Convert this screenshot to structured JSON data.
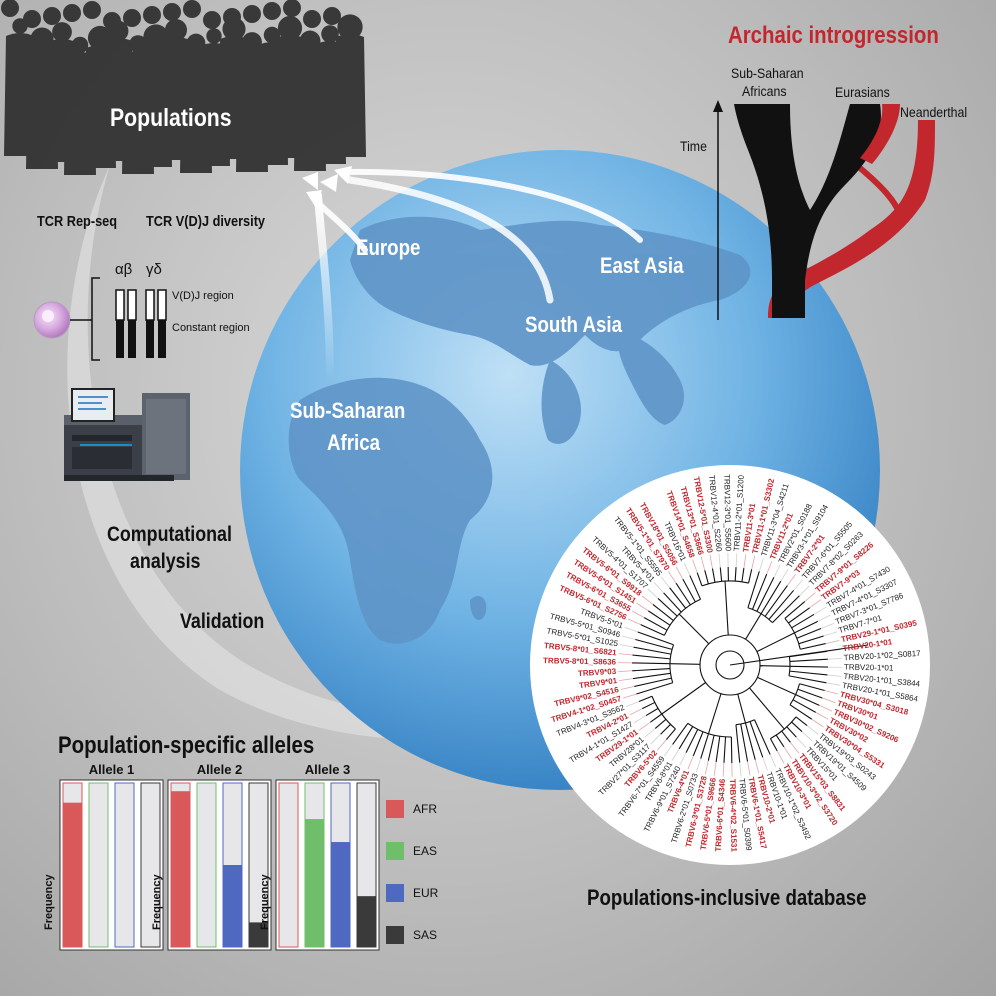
{
  "populations": {
    "title": "Populations",
    "tcr_repseq": "TCR Rep-seq",
    "tcr_vdj_diversity": "TCR V(D)J diversity"
  },
  "receptor": {
    "alpha_beta": "αβ",
    "gamma_delta": "γδ",
    "vdj_region": "V(D)J region",
    "constant_region": "Constant region"
  },
  "workflow": {
    "computational": "Computational",
    "analysis": "analysis",
    "validation": "Validation"
  },
  "regions": {
    "europe": "Europe",
    "east_asia": "East Asia",
    "south_asia": "South Asia",
    "sub_saharan_line1": "Sub-Saharan",
    "sub_saharan_line2": "Africa"
  },
  "introgression": {
    "title": "Archaic introgression",
    "ssa_line1": "Sub-Saharan",
    "ssa_line2": "Africans",
    "eurasians": "Eurasians",
    "neanderthal": "Neanderthal",
    "time": "Time",
    "colors": {
      "modern": "#111111",
      "archaic": "#c1272d"
    }
  },
  "alleles": {
    "title": "Population-specific alleles",
    "ylabel": "Frequency",
    "legend": [
      {
        "label": "AFR",
        "color": "#d9595b"
      },
      {
        "label": "EAS",
        "color": "#6fbe6a"
      },
      {
        "label": "EUR",
        "color": "#4f68c0"
      },
      {
        "label": "SAS",
        "color": "#3a3a3a"
      }
    ]
  },
  "chart_data": {
    "type": "bar",
    "title": "Population-specific alleles",
    "ylabel": "Frequency",
    "categories": [
      "AFR",
      "EAS",
      "EUR",
      "SAS"
    ],
    "ylim": [
      0,
      1
    ],
    "panels": [
      {
        "name": "Allele 1",
        "values": [
          0.88,
          0.0,
          0.0,
          0.0
        ]
      },
      {
        "name": "Allele 2",
        "values": [
          0.95,
          0.0,
          0.5,
          0.15
        ]
      },
      {
        "name": "Allele 3",
        "values": [
          0.0,
          0.78,
          0.64,
          0.31
        ]
      }
    ]
  },
  "database": {
    "title": "Populations-inclusive database",
    "tree_labels": [
      {
        "text": "TRBV20-1*01",
        "red": true
      },
      {
        "text": "TRBV20-1*02_S0817",
        "red": false
      },
      {
        "text": "TRBV20-1*01",
        "red": false
      },
      {
        "text": "TRBV20-1*01_S3844",
        "red": false
      },
      {
        "text": "TRBV20-1*01_S5864",
        "red": false
      },
      {
        "text": "TRBV30*04_S3018",
        "red": true
      },
      {
        "text": "TRBV30*01",
        "red": true
      },
      {
        "text": "TRBV30*02_S9206",
        "red": true
      },
      {
        "text": "TRBV30*02",
        "red": true
      },
      {
        "text": "TRBV30*04_S5331",
        "red": true
      },
      {
        "text": "TRBV19*03_S0243",
        "red": false
      },
      {
        "text": "TRBV19*01_S4509",
        "red": false
      },
      {
        "text": "TRBV15*01",
        "red": false
      },
      {
        "text": "TRBV15*03_S8831",
        "red": true
      },
      {
        "text": "TRBV10-3*02_S3720",
        "red": true
      },
      {
        "text": "TRBV10-3*01",
        "red": true
      },
      {
        "text": "TRBV10-1*02_S3492",
        "red": false
      },
      {
        "text": "TRBV10-1*01",
        "red": false
      },
      {
        "text": "TRBV10-2*01",
        "red": true
      },
      {
        "text": "TRBV6-1*01_S5417",
        "red": true
      },
      {
        "text": "TRBV6-5*01_S0399",
        "red": false
      },
      {
        "text": "TRBV6-4*02_S1531",
        "red": true
      },
      {
        "text": "TRBV6-6*01_S4346",
        "red": true
      },
      {
        "text": "TRBV6-5*01_S9666",
        "red": true
      },
      {
        "text": "TRBV6-3*01_S3728",
        "red": true
      },
      {
        "text": "TRBV6-2*01_S0733",
        "red": false
      },
      {
        "text": "TRBV6-4*01",
        "red": true
      },
      {
        "text": "TRBV6-9*01_S7240",
        "red": false
      },
      {
        "text": "TRBV6-8*01",
        "red": false
      },
      {
        "text": "TRBV6-7*01_S4559",
        "red": false
      },
      {
        "text": "TRBV6-5*02",
        "red": true
      },
      {
        "text": "TRBV27*01_S3117",
        "red": false
      },
      {
        "text": "TRBV28*01",
        "red": false
      },
      {
        "text": "TRBV29-1*01",
        "red": true
      },
      {
        "text": "TRBV4-1*01_S1427",
        "red": false
      },
      {
        "text": "TRBV4-2*01",
        "red": true
      },
      {
        "text": "TRBV4-3*01_S3562",
        "red": false
      },
      {
        "text": "TRBV4-1*02_S0457",
        "red": true
      },
      {
        "text": "TRBV9*02_S4516",
        "red": true
      },
      {
        "text": "TRBV9*01",
        "red": true
      },
      {
        "text": "TRBV9*03",
        "red": true
      },
      {
        "text": "TRBV5-8*01_S8636",
        "red": true
      },
      {
        "text": "TRBV5-8*01_S6821",
        "red": true
      },
      {
        "text": "TRBV5-5*01_S1025",
        "red": false
      },
      {
        "text": "TRBV5-5*01_S0946",
        "red": false
      },
      {
        "text": "TRBV5-5*01",
        "red": false
      },
      {
        "text": "TRBV5-6*01_S2756",
        "red": true
      },
      {
        "text": "TRBV5-6*01_S3655",
        "red": true
      },
      {
        "text": "TRBV5-6*01_S1451",
        "red": true
      },
      {
        "text": "TRBV5-6*01_S9918",
        "red": true
      },
      {
        "text": "TRBV5-4*01_S1707",
        "red": false
      },
      {
        "text": "TRBV5-4*01",
        "red": false
      },
      {
        "text": "TRBV5-1*01_S5595",
        "red": false
      },
      {
        "text": "TRBV5-1*01_S7970",
        "red": true
      },
      {
        "text": "TRBV18*01_S5056",
        "red": true
      },
      {
        "text": "TRBV16*01",
        "red": false
      },
      {
        "text": "TRBV14*01_S4658",
        "red": true
      },
      {
        "text": "TRBV13*01_S3666",
        "red": true
      },
      {
        "text": "TRBV12-5*01_S3300",
        "red": true
      },
      {
        "text": "TRBV12-4*01_S2260",
        "red": false
      },
      {
        "text": "TRBV12-3*01_S5600",
        "red": false
      },
      {
        "text": "TRBV11-2*01_S1200",
        "red": false
      },
      {
        "text": "TRBV11-3*01",
        "red": true
      },
      {
        "text": "TRBV11-1*01_S3302",
        "red": true
      },
      {
        "text": "TRBV11-3*04_S4211",
        "red": false
      },
      {
        "text": "TRBV11-2*01",
        "red": true
      },
      {
        "text": "TRBV2*01_S0188",
        "red": false
      },
      {
        "text": "TRBV3-1*01_S9104",
        "red": false
      },
      {
        "text": "TRBV7-2*01",
        "red": true
      },
      {
        "text": "TRBV7-6*01_S5505",
        "red": false
      },
      {
        "text": "TRBV7-8*02_S0263",
        "red": false
      },
      {
        "text": "TRBV7-9*01_S8226",
        "red": true
      },
      {
        "text": "TRBV7-9*03",
        "red": true
      },
      {
        "text": "TRBV7-4*01_S7430",
        "red": false
      },
      {
        "text": "TRBV7-4*01_S3307",
        "red": false
      },
      {
        "text": "TRBV7-3*01_S7786",
        "red": false
      },
      {
        "text": "TRBV7-7*01",
        "red": false
      },
      {
        "text": "TRBV29-1*01_S0395",
        "red": true
      }
    ]
  }
}
